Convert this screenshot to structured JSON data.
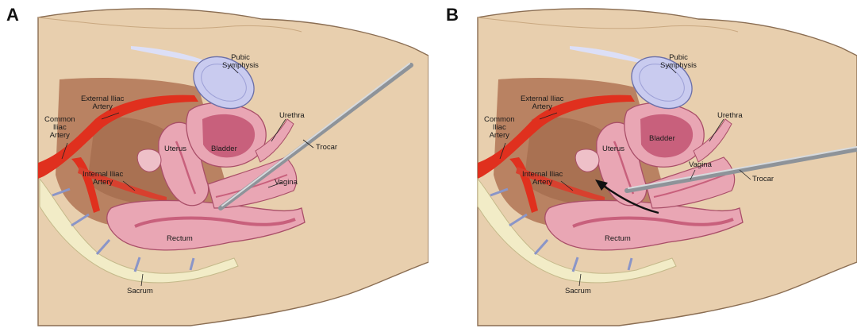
{
  "panels": [
    {
      "letter": "A",
      "labels": {
        "pubic_symphysis": "Pubic\nSymphysis",
        "external_iliac_artery": "External Iliac\nArtery",
        "common_iliac_artery": "Common\nIliac\nArtery",
        "urethra": "Urethra",
        "trocar": "Trocar",
        "uterus": "Uterus",
        "bladder": "Bladder",
        "internal_iliac_artery": "Internal Iliac\nArtery",
        "vagina": "Vagina",
        "rectum": "Rectum",
        "sacrum": "Sacrum"
      }
    },
    {
      "letter": "B",
      "labels": {
        "pubic_symphysis": "Pubic\nSymphysis",
        "external_iliac_artery": "External Iliac\nArtery",
        "common_iliac_artery": "Common\nIliac\nArtery",
        "urethra": "Urethra",
        "trocar": "Trocar",
        "uterus": "Uterus",
        "bladder": "Bladder",
        "internal_iliac_artery": "Internal Iliac\nArtery",
        "vagina": "Vagina",
        "rectum": "Rectum",
        "sacrum": "Sacrum"
      }
    }
  ],
  "colors": {
    "skin": "#e8cfae",
    "skin_shadow": "#d8b992",
    "artery": "#e0301e",
    "muscle": "#b98262",
    "organ_pink": "#e9a6b4",
    "organ_dark": "#c8607c",
    "bone": "#f2ecc7",
    "bone_joint": "#8a95c8",
    "symphysis": "#c9cbef",
    "trocar": "#a9adb3"
  }
}
